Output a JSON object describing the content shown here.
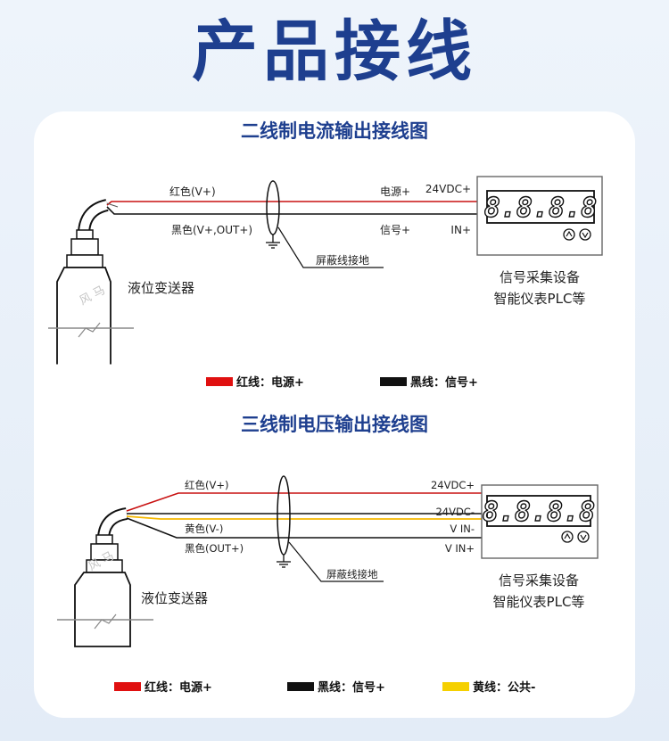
{
  "page": {
    "title": "产品接线"
  },
  "diagram1": {
    "title": "二线制电流输出接线图",
    "wire_red_label": "红色(V+)",
    "wire_black_label": "黑色(V+,OUT+)",
    "shield_label": "屏蔽线接地",
    "terminal_power": "电源+",
    "terminal_signal": "信号+",
    "device_terminal_top": "24VDC+",
    "device_terminal_bottom": "IN+",
    "display_digits": "8.8.8.8",
    "sensor_label": "液位变送器",
    "device_label_line1": "信号采集设备",
    "device_label_line2": "智能仪表PLC等",
    "watermark": "风 马",
    "legend": [
      {
        "label": "红线：电源+",
        "color": "#e01010"
      },
      {
        "label": "黑线：信号+",
        "color": "#111111"
      }
    ]
  },
  "diagram2": {
    "title": "三线制电压输出接线图",
    "wire_red_label": "红色(V+)",
    "wire_yellow_label": "黄色(V-)",
    "wire_black_label": "黑色(OUT+)",
    "shield_label": "屏蔽线接地",
    "device_terminal_1": "24VDC+",
    "device_terminal_2": "24VDC-",
    "device_terminal_3": "V IN-",
    "device_terminal_4": "V IN+",
    "display_digits": "8.8.8.8",
    "sensor_label": "液位变送器",
    "device_label_line1": "信号采集设备",
    "device_label_line2": "智能仪表PLC等",
    "watermark": "风 马",
    "legend": [
      {
        "label": "红线：电源+",
        "color": "#e01010"
      },
      {
        "label": "黑线：信号+",
        "color": "#111111"
      },
      {
        "label": "黄线：公共-",
        "color": "#f5d000"
      }
    ]
  }
}
